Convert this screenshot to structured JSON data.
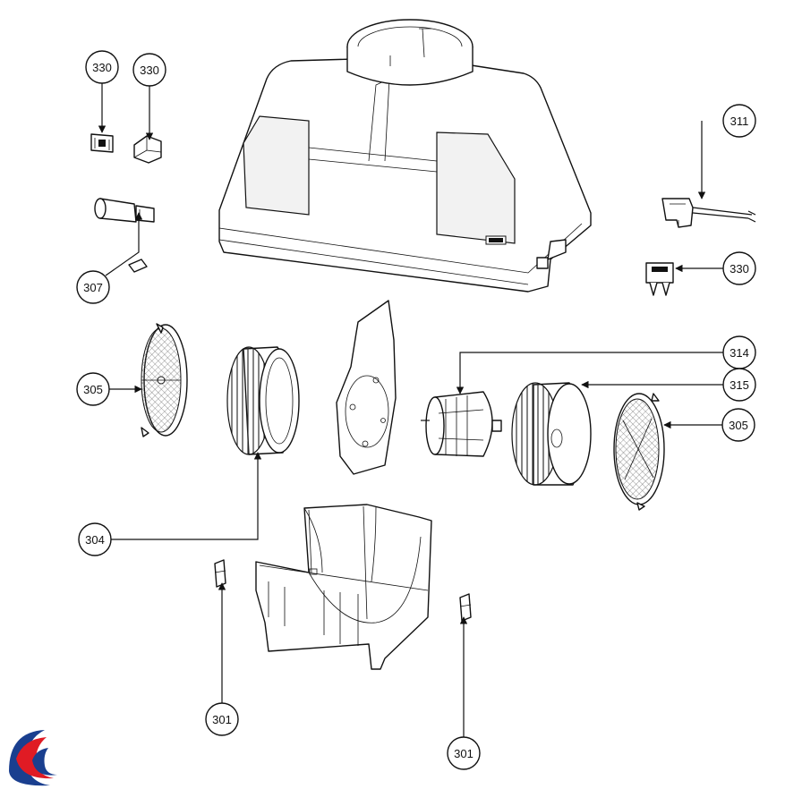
{
  "diagram": {
    "callouts": {
      "c330a": "330",
      "c330b": "330",
      "c330c": "330",
      "c311": "311",
      "c307": "307",
      "c305a": "305",
      "c305b": "305",
      "c314": "314",
      "c315": "315",
      "c304": "304",
      "c301a": "301",
      "c301b": "301"
    },
    "logo": {
      "colors": [
        "#1a3f8f",
        "#e01b24"
      ]
    },
    "colors": {
      "line": "#111111",
      "background": "#ffffff"
    }
  }
}
